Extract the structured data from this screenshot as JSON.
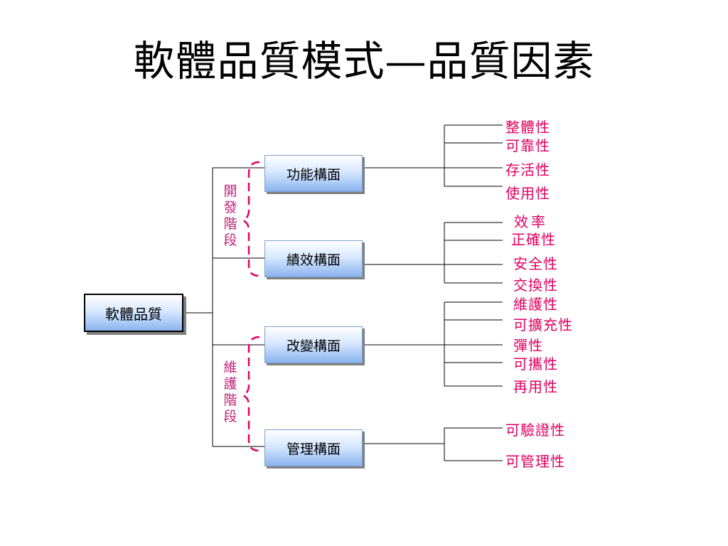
{
  "title": "軟體品質模式—品質因素",
  "root": {
    "label": "軟體品質"
  },
  "phases": {
    "development": "開發階段",
    "maintenance": "維護階段"
  },
  "dimensions": [
    {
      "label": "功能構面",
      "attributes": [
        "整體性",
        "可靠性",
        "存活性",
        "使用性"
      ]
    },
    {
      "label": "績效構面",
      "attributes": [
        "效率",
        "正確性",
        "安全性",
        "交換性"
      ]
    },
    {
      "label": "改變構面",
      "attributes": [
        "維護性",
        "可擴充性",
        "彈性",
        "可攜性",
        "再用性"
      ]
    },
    {
      "label": "管理構面",
      "attributes": [
        "可驗證性",
        "可管理性"
      ]
    }
  ],
  "colors": {
    "attribute_text": "#e00060",
    "phase_text": "#c02078",
    "bracket": "#e0005a",
    "box_gradient_bottom": "#8ab4f0"
  }
}
